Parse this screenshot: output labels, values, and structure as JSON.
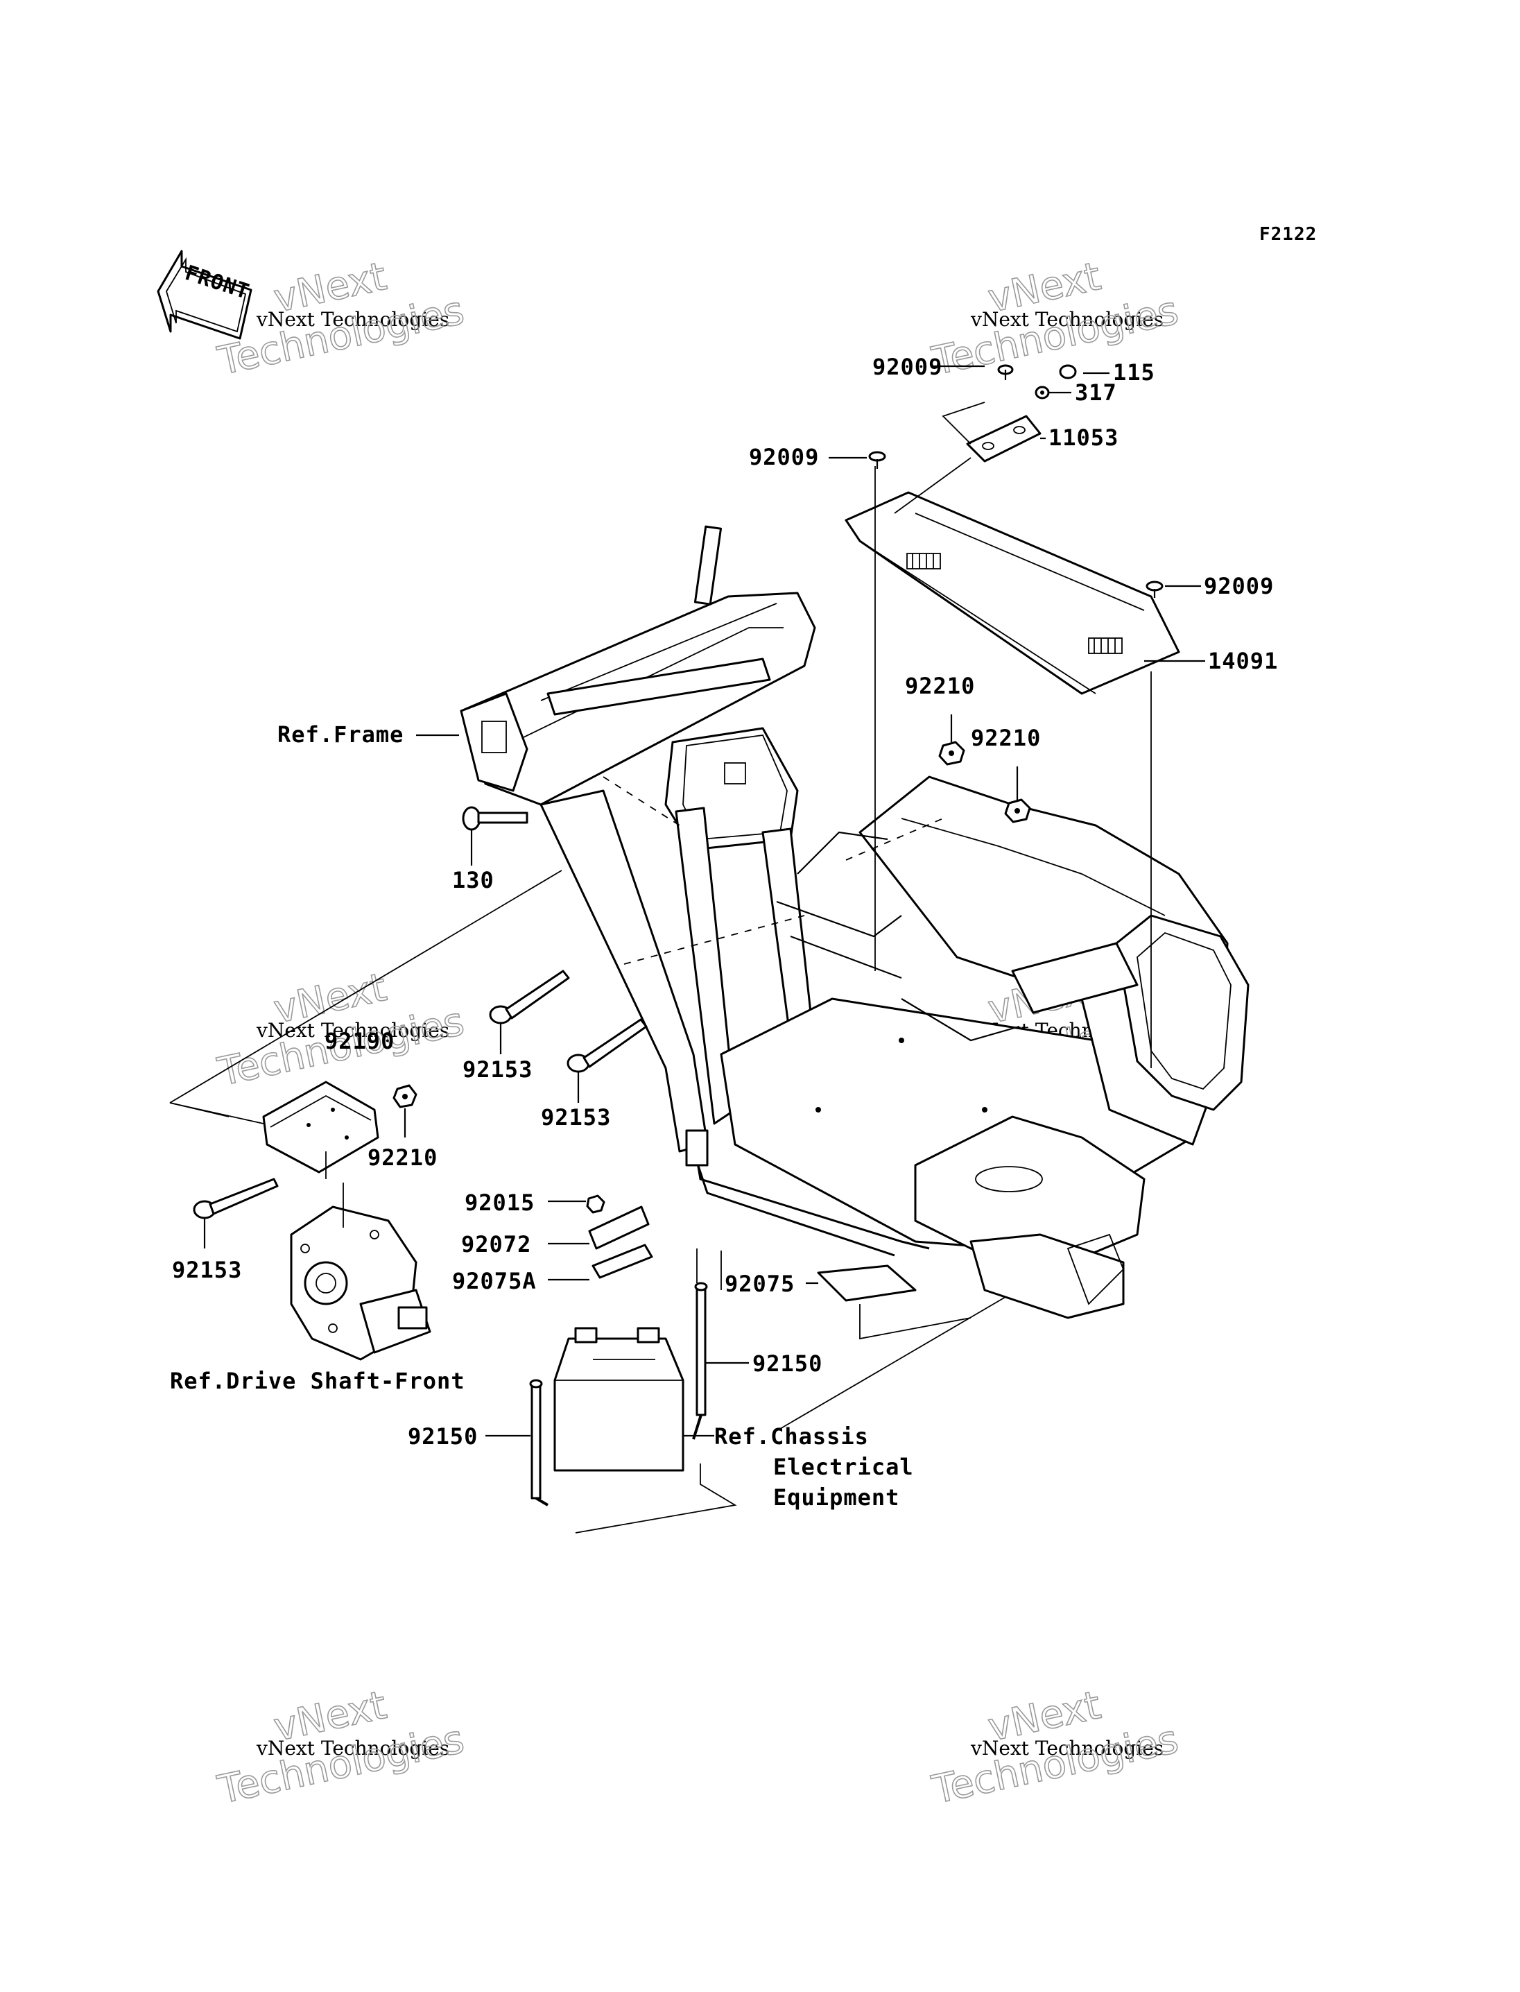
{
  "figure_code": "F2122",
  "front_badge": "FRONT",
  "watermark": {
    "line1": "vNext Technologies",
    "line2": "vNext",
    "line3": "Technologies"
  },
  "callouts": [
    {
      "id": "c-92009-top",
      "text": "92009"
    },
    {
      "id": "c-115",
      "text": "115"
    },
    {
      "id": "c-317",
      "text": "317"
    },
    {
      "id": "c-11053",
      "text": "11053"
    },
    {
      "id": "c-92009-mid",
      "text": "92009"
    },
    {
      "id": "c-92009-right",
      "text": "92009"
    },
    {
      "id": "c-14091",
      "text": "14091"
    },
    {
      "id": "c-92210-a",
      "text": "92210"
    },
    {
      "id": "c-92210-b",
      "text": "92210"
    },
    {
      "id": "c-ref-frame",
      "text": "Ref.Frame"
    },
    {
      "id": "c-130",
      "text": "130"
    },
    {
      "id": "c-92153-a",
      "text": "92153"
    },
    {
      "id": "c-92153-b",
      "text": "92153"
    },
    {
      "id": "c-92190",
      "text": "92190"
    },
    {
      "id": "c-92210-c",
      "text": "92210"
    },
    {
      "id": "c-92153-c",
      "text": "92153"
    },
    {
      "id": "c-92015",
      "text": "92015"
    },
    {
      "id": "c-92072",
      "text": "92072"
    },
    {
      "id": "c-92075a",
      "text": "92075A"
    },
    {
      "id": "c-92075",
      "text": "92075"
    },
    {
      "id": "c-92150-r",
      "text": "92150"
    },
    {
      "id": "c-92150-l",
      "text": "92150"
    },
    {
      "id": "c-ref-drive",
      "text": "Ref.Drive Shaft-Front"
    },
    {
      "id": "c-ref-chassis-1",
      "text": "Ref.Chassis"
    },
    {
      "id": "c-ref-chassis-2",
      "text": "Electrical"
    },
    {
      "id": "c-ref-chassis-3",
      "text": "Equipment"
    }
  ]
}
